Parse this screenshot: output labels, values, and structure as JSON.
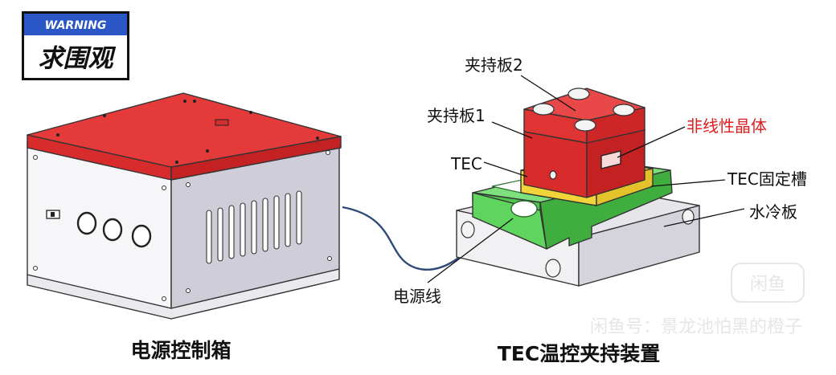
{
  "badge": {
    "top": "WARNING",
    "bottom": "求围观"
  },
  "labels": {
    "clamp_plate_2": "夹持板2",
    "clamp_plate_1": "夹持板1",
    "nonlinear_crystal": "非线性晶体",
    "tec": "TEC",
    "tec_slot": "TEC固定槽",
    "water_plate": "水冷板",
    "power_cable": "电源线"
  },
  "captions": {
    "left": "电源控制箱",
    "right": "TEC温控夹持装置"
  },
  "watermark": {
    "logo": "闲鱼",
    "text": "闲鱼号：景龙池怕黑的橙子"
  },
  "colors": {
    "red": "#e53a3a",
    "green": "#5fd45f",
    "gray": "#d9d9de",
    "yellow": "#f2d43a",
    "cable": "#2f4a78",
    "label_red": "#e01e1e"
  }
}
